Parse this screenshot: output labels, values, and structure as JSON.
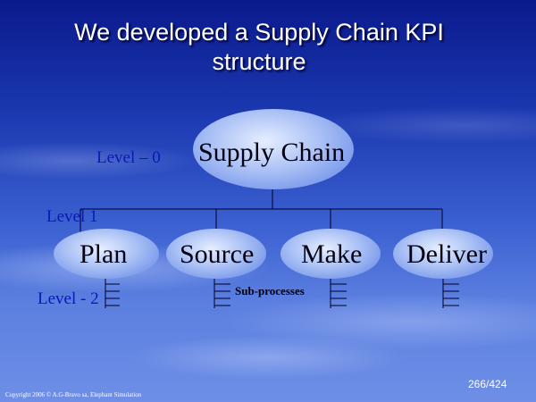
{
  "title": {
    "line1": "We developed a Supply Chain KPI",
    "line2": "structure"
  },
  "levels": {
    "level0": "Level – 0",
    "level1": "Level 1",
    "level2": "Level - 2"
  },
  "nodes": {
    "root": "Supply Chain",
    "plan": "Plan",
    "source": "Source",
    "make": "Make",
    "deliver": "Deliver"
  },
  "subprocesses_label": "Sub-processes",
  "footer": {
    "copyright": "Copyright 2006 © A.G-Bravo sa, Elephant Simulation",
    "page": "266/424"
  },
  "colors": {
    "node_fill": "#a9c0f5",
    "level_text": "#0a18b8",
    "title_text": "#ffffff"
  }
}
